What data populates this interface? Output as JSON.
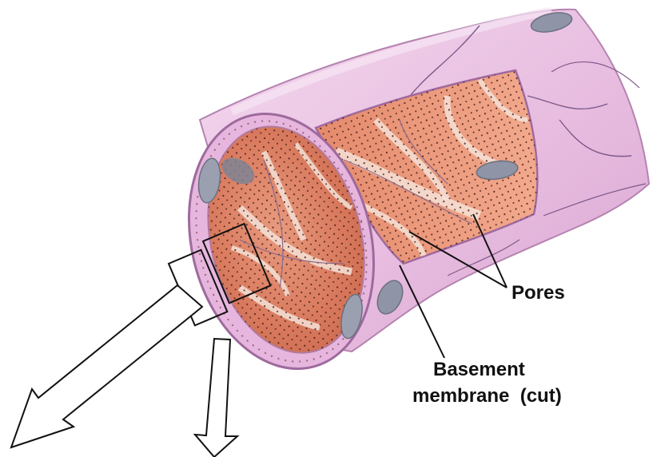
{
  "labels": {
    "pores": "Pores",
    "basement_line1": "Basement",
    "basement_line2": "membrane  (cut)"
  },
  "colors": {
    "outer_wall": "#e6b6de",
    "outer_wall_light": "#f2d3ec",
    "outer_wall_edge": "#9e6a9c",
    "interior": "#d9775c",
    "interior_light": "#f0c9b4",
    "pale_ridge": "#f4e2d7",
    "nucleus": "#8f94a6",
    "nucleus_dark": "#6b7080",
    "pore_dot": "#4a1f1a",
    "ink": "#111111"
  },
  "icons": {
    "callout_box": "rectangle-outline",
    "arrows": "hollow-arrow-outline"
  }
}
